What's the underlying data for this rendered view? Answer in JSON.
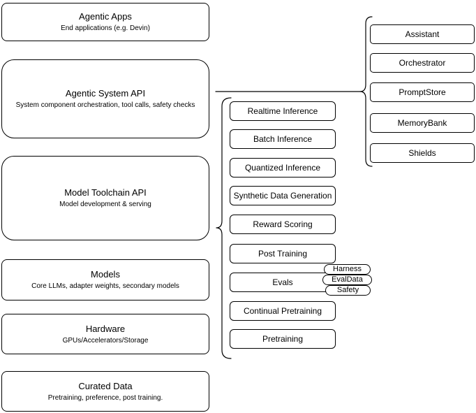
{
  "diagram": {
    "stack": [
      {
        "title": "Agentic Apps",
        "subtitle": "End applications (e.g. Devin)"
      },
      {
        "title": "Agentic System API",
        "subtitle": "System component orchestration, tool calls, safety checks"
      },
      {
        "title": "Model Toolchain API",
        "subtitle": "Model development & serving"
      },
      {
        "title": "Models",
        "subtitle": "Core LLMs, adapter weights, secondary models"
      },
      {
        "title": "Hardware",
        "subtitle": "GPUs/Accelerators/Storage"
      },
      {
        "title": "Curated Data",
        "subtitle": "Pretraining, preference, post training."
      }
    ],
    "toolchain_items": [
      "Realtime Inference",
      "Batch Inference",
      "Quantized Inference",
      "Synthetic Data Generation",
      "Reward Scoring",
      "Post Training",
      "Evals",
      "Continual Pretraining",
      "Pretraining"
    ],
    "eval_tags": [
      "Harness",
      "EvalData",
      "Safety"
    ],
    "system_components": [
      "Assistant",
      "Orchestrator",
      "PromptStore",
      "MemoryBank",
      "Shields"
    ],
    "colors": {
      "border": "#000000",
      "background": "#ffffff",
      "text": "#000000"
    }
  }
}
